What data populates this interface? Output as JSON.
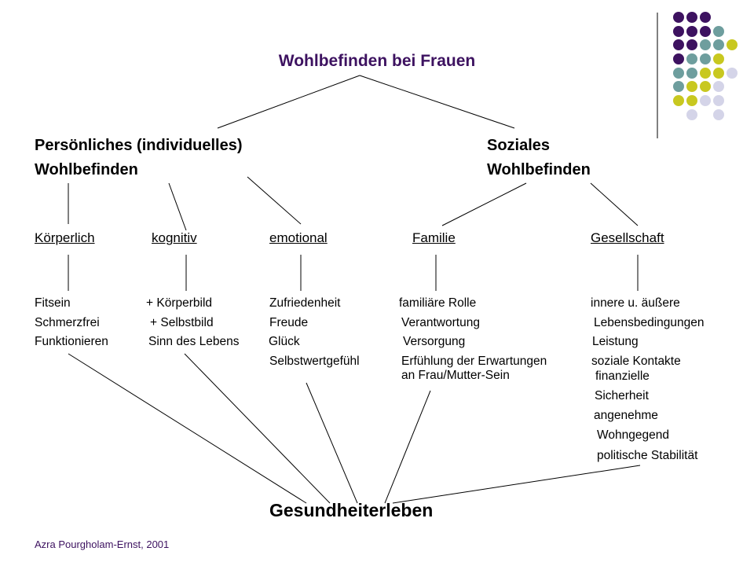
{
  "title": "Wohlbefinden bei Frauen",
  "left_branch": {
    "line1": "Persönliches (individuelles)",
    "line2": "Wohlbefinden"
  },
  "right_branch": {
    "line1": "Soziales",
    "line2": "Wohlbefinden"
  },
  "categories": [
    "Körperlich",
    "kognitiv",
    "emotional",
    "Familie",
    "Gesellschaft"
  ],
  "items": {
    "koerperlich": [
      "Fitsein",
      "Schmerzfrei",
      "Funktionieren"
    ],
    "kognitiv": [
      "+ Körperbild",
      "+ Selbstbild",
      "Sinn des Lebens"
    ],
    "emotional": [
      "Zufriedenheit",
      "Freude",
      "Glück",
      "Selbstwertgefühl"
    ],
    "familie": [
      "familiäre Rolle",
      "Verantwortung",
      "Versorgung",
      "Erfühlung der Erwartungen",
      "an Frau/Mutter-Sein"
    ],
    "gesellschaft": [
      "innere u. äußere",
      "Lebensbedingungen",
      "Leistung",
      "soziale Kontakte",
      "finanzielle",
      "Sicherheit",
      "angenehme",
      "Wohngegend",
      "politische Stabilität"
    ]
  },
  "bottom": "Gesundheiterleben",
  "credit": "Azra Pourgholam-Ernst, 2001",
  "colors": {
    "purple": "#3d1260",
    "teal": "#6e9e9e",
    "olive": "#c8c820",
    "lavender": "#d4d4e8"
  }
}
